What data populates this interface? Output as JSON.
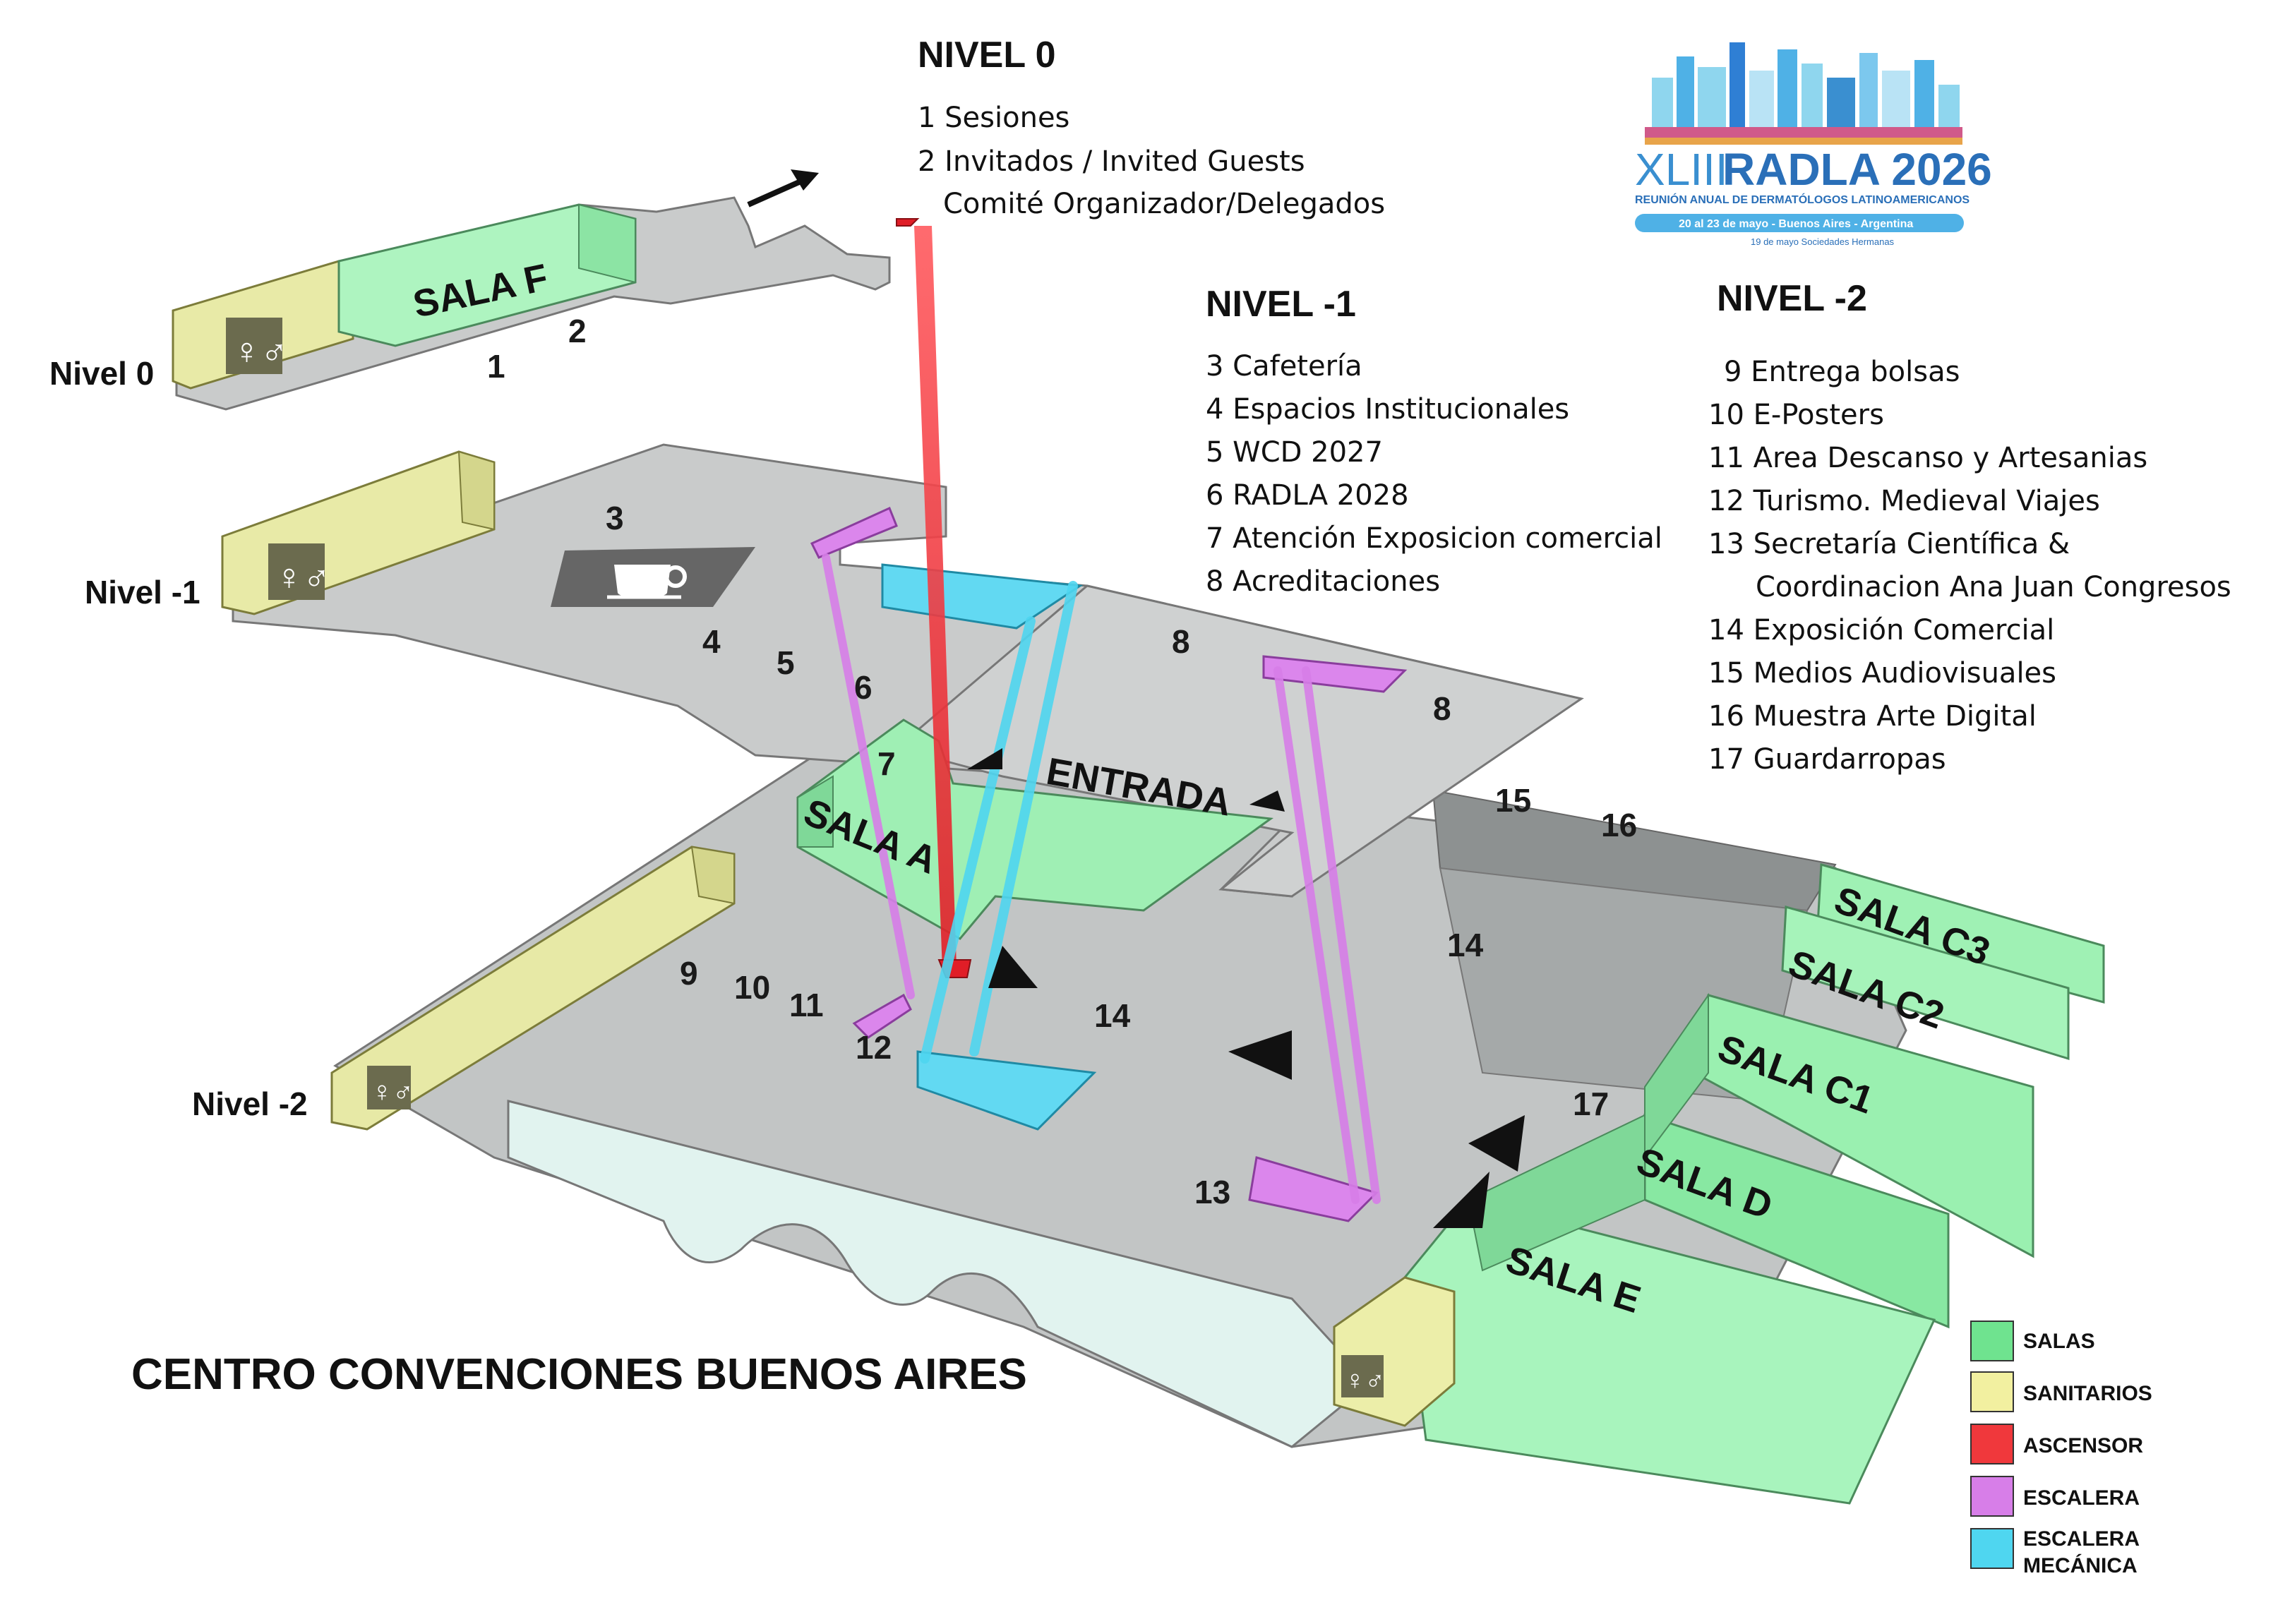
{
  "logo": {
    "edition": "XLIII",
    "name": "RADLA 2026",
    "subtitle": "REUNIÓN ANUAL DE DERMATÓLOGOS LATINOAMERICANOS",
    "dates": "20 al 23 de mayo - Buenos Aires - Argentina",
    "note": "19 de mayo Sociedades Hermanas"
  },
  "legend_lists": {
    "nivel0": {
      "title": "NIVEL 0",
      "items": [
        "1 Sesiones",
        "2 Invitados / Invited Guests",
        "Comité Organizador/Delegados"
      ]
    },
    "nivel1": {
      "title": "NIVEL -1",
      "items": [
        "3 Cafetería",
        "4 Espacios Institucionales",
        "5 WCD 2027",
        "6 RADLA 2028",
        "7 Atención Exposicion comercial",
        "8 Acreditaciones"
      ]
    },
    "nivel2": {
      "title": "NIVEL -2",
      "items": [
        "9 Entrega bolsas",
        "10 E-Posters",
        "11 Area Descanso y Artesanias",
        "12 Turismo. Medieval Viajes",
        "13 Secretaría Científica &",
        "Coordinacion Ana Juan Congresos",
        "14 Exposición Comercial",
        "15 Medios Audiovisuales",
        "16 Muestra Arte Digital",
        "17 Guardarropas"
      ]
    }
  },
  "levels": {
    "l0": "Nivel 0",
    "l1": "Nivel -1",
    "l2": "Nivel -2"
  },
  "rooms": {
    "sala_f": "SALA F",
    "sala_a": "SALA A",
    "sala_c3": "SALA C3",
    "sala_c2": "SALA C2",
    "sala_c1": "SALA C1",
    "sala_d": "SALA D",
    "sala_e": "SALA E",
    "entrada": "ENTRADA"
  },
  "numbers": {
    "n1": "1",
    "n2": "2",
    "n3": "3",
    "n4": "4",
    "n5": "5",
    "n6": "6",
    "n7": "7",
    "n8a": "8",
    "n8b": "8",
    "n9": "9",
    "n10": "10",
    "n11": "11",
    "n12": "12",
    "n13": "13",
    "n14a": "14",
    "n14b": "14",
    "n15": "15",
    "n16": "16",
    "n17": "17"
  },
  "footer_title": "CENTRO CONVENCIONES BUENOS AIRES",
  "legend": {
    "salas": "SALAS",
    "sanitarios": "SANITARIOS",
    "ascensor": "ASCENSOR",
    "escalera": "ESCALERA",
    "escalera_mecanica_1": "ESCALERA",
    "escalera_mecanica_2": "MECÁNICA"
  },
  "colors": {
    "salas": "#6fe38f",
    "sanitarios": "#f2f0a0",
    "ascensor": "#f0383c",
    "escalera": "#d77ee8",
    "escalera_mecanica": "#4fd6f0",
    "floor": "#c9cbcb",
    "floor_dark": "#8f9393",
    "water": "#dff2ee",
    "logo_blue": "#3a8fd0"
  },
  "icons": [
    "restroom-icon",
    "coffee-cup-icon",
    "direction-arrow-icon",
    "elevator-shaft",
    "stairs",
    "escalator"
  ]
}
